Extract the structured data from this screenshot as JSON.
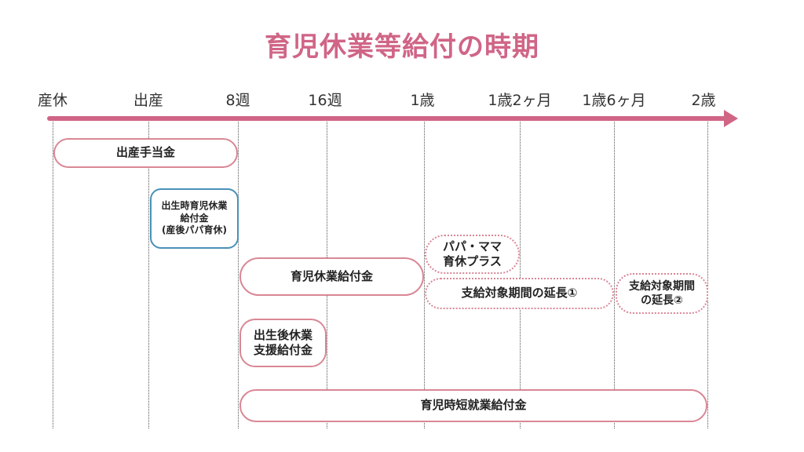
{
  "title": "育児休業等給付の時期",
  "colors": {
    "title": "#d06586",
    "axis": "#d06586",
    "pink_border": "#d98795",
    "blue_border": "#4a90b8",
    "text": "#222222"
  },
  "timeline": {
    "ticks": [
      "産休",
      "出産",
      "8週",
      "16週",
      "1歳",
      "1歳2ヶ月",
      "1歳6ヶ月",
      "2歳"
    ]
  },
  "benefits": {
    "maternity_allowance": "出産手当金",
    "postnatal_childcare_leave": "出生時育児休業\n給付金\n(産後パパ育休)",
    "childcare_leave_benefit": "育児休業給付金",
    "papa_mama_plus": "パパ・ママ\n育休プラス",
    "extension_1": "支給対象期間の延長①",
    "extension_2": "支給対象期間\nの延長②",
    "postnatal_leave_support": "出生後休業\n支援給付金",
    "short_time_work_benefit": "育児時短就業給付金"
  }
}
